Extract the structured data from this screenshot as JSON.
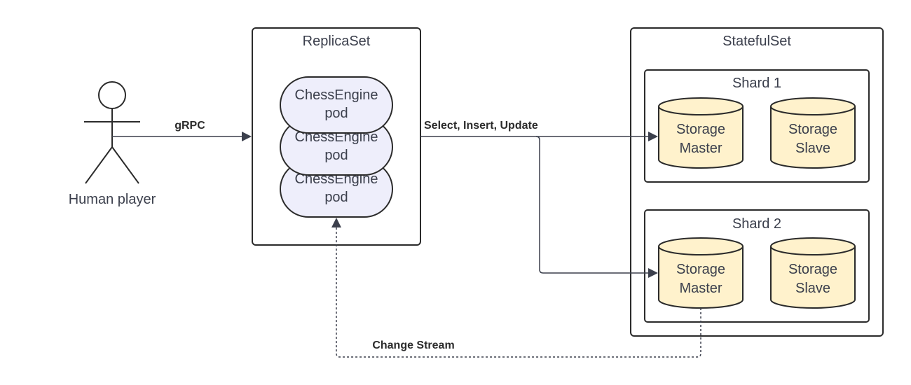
{
  "actor": {
    "label": "Human player"
  },
  "replicaset": {
    "title": "ReplicaSet",
    "pods": [
      {
        "line1": "ChessEngine",
        "line2": "pod"
      },
      {
        "line1": "ChessEngine",
        "line2": "pod"
      },
      {
        "line1": "ChessEngine",
        "line2": "pod"
      }
    ]
  },
  "statefulset": {
    "title": "StatefulSet",
    "shards": [
      {
        "title": "Shard 1",
        "master": {
          "line1": "Storage",
          "line2": "Master"
        },
        "slave": {
          "line1": "Storage",
          "line2": "Slave"
        }
      },
      {
        "title": "Shard 2",
        "master": {
          "line1": "Storage",
          "line2": "Master"
        },
        "slave": {
          "line1": "Storage",
          "line2": "Slave"
        }
      }
    ]
  },
  "edges": {
    "grpc": "gRPC",
    "queries": "Select, Insert, Update",
    "change_stream": "Change Stream"
  }
}
